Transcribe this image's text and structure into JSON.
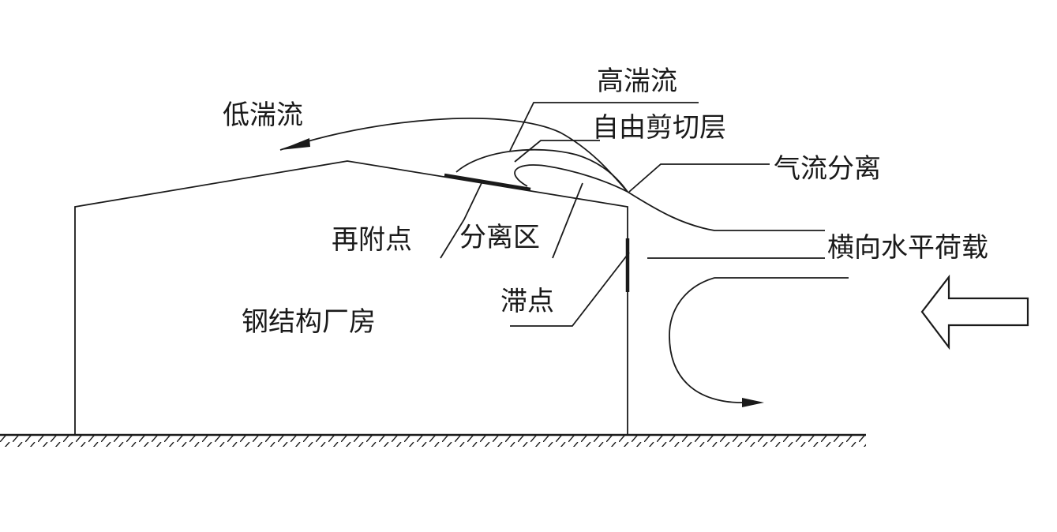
{
  "labels": {
    "high_turbulence": "高湍流",
    "low_turbulence": "低湍流",
    "free_shear_layer": "自由剪切层",
    "flow_separation": "气流分离",
    "reattachment_point": "再附点",
    "separation_zone": "分离区",
    "lateral_horizontal_load": "横向水平荷载",
    "stagnation_point": "滞点",
    "steel_factory": "钢结构厂房"
  },
  "colors": {
    "line": "#1a1a1a",
    "background": "#ffffff"
  }
}
